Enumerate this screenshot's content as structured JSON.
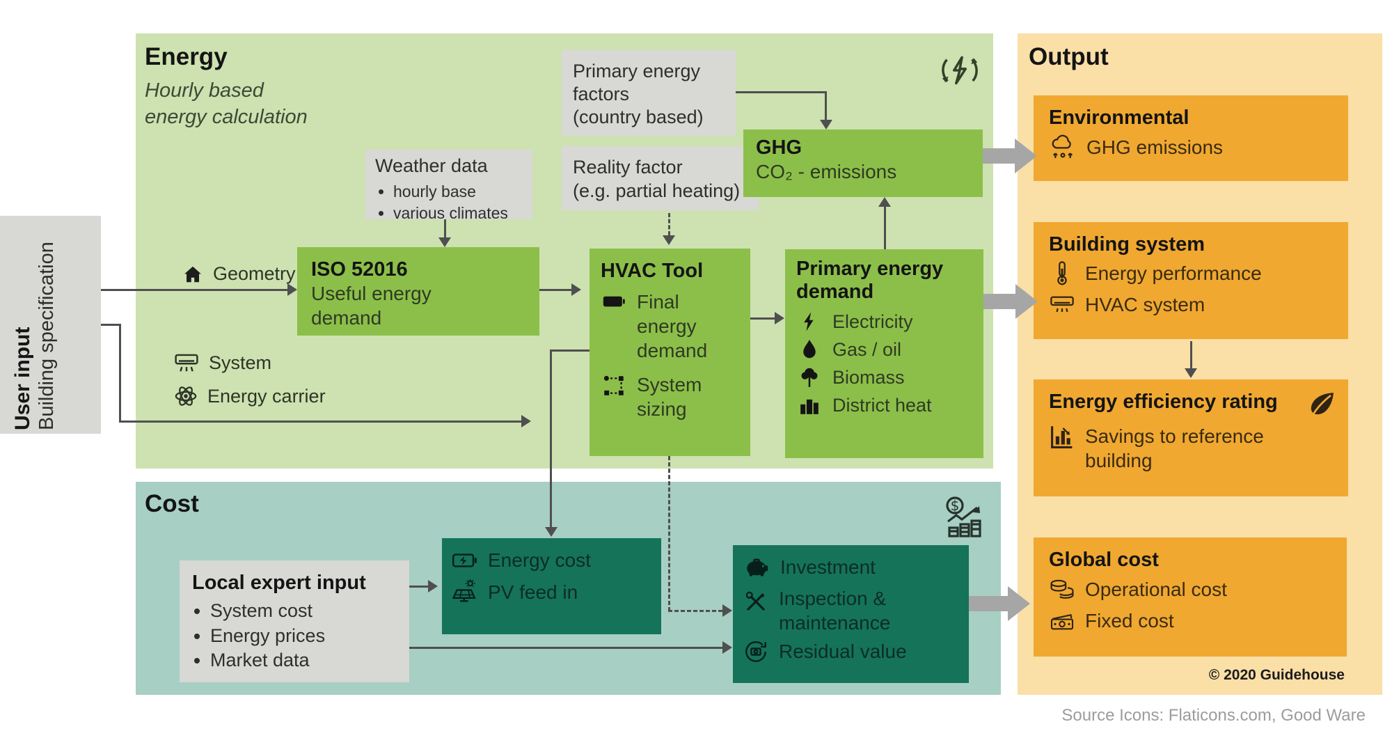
{
  "palette": {
    "energy_panel": "#cde2b0",
    "energy_box": "#8cbf4a",
    "cost_panel": "#a7cfc3",
    "cost_box": "#15735a",
    "output_panel": "#fadfa7",
    "output_box": "#f0a831",
    "neutral_box": "#d8d8d5",
    "thin_arrow": "#4f4f4f",
    "fat_arrow": "#a6a6a6"
  },
  "user_input": {
    "title": "User input",
    "subtitle": "Building specification"
  },
  "energy": {
    "title": "Energy",
    "subtitle": "Hourly based\nenergy calculation",
    "corner_icon": "energy-cycle-icon",
    "weather_box": {
      "title": "Weather data",
      "bullets": [
        "hourly base",
        "various climates"
      ]
    },
    "pef_box": {
      "text": "Primary energy\nfactors\n(country based)"
    },
    "reality_box": {
      "text": "Reality factor\n(e.g. partial heating)"
    },
    "iso_box": {
      "title": "ISO 52016",
      "text": "Useful energy\ndemand"
    },
    "hvac_box": {
      "title": "HVAC Tool",
      "items": [
        {
          "icon": "battery-icon",
          "label": "Final\nenergy\ndemand"
        },
        {
          "icon": "system-sizing-icon",
          "label": "System\nsizing"
        }
      ]
    },
    "ped_box": {
      "title": "Primary energy\ndemand",
      "items": [
        {
          "icon": "lightning-icon",
          "label": "Electricity"
        },
        {
          "icon": "drop-icon",
          "label": "Gas / oil"
        },
        {
          "icon": "tree-icon",
          "label": "Biomass"
        },
        {
          "icon": "district-heat-icon",
          "label": "District heat"
        }
      ]
    },
    "ghg_box": {
      "title": "GHG",
      "subtitle": "CO₂ - emissions"
    },
    "labels": {
      "geometry": "Geometry",
      "system": "System",
      "energy_carrier": "Energy carrier"
    }
  },
  "cost": {
    "title": "Cost",
    "corner_icon": "cost-growth-icon",
    "local_expert_box": {
      "title": "Local expert input",
      "bullets": [
        "System cost",
        "Energy prices",
        "Market data"
      ]
    },
    "energy_cost_box": {
      "items": [
        {
          "icon": "battery-charging-icon",
          "label": "Energy cost"
        },
        {
          "icon": "solar-panel-icon",
          "label": "PV feed in"
        }
      ]
    },
    "investment_box": {
      "items": [
        {
          "icon": "piggy-bank-icon",
          "label": "Investment"
        },
        {
          "icon": "tools-icon",
          "label": "Inspection &\nmaintenance"
        },
        {
          "icon": "residual-value-icon",
          "label": "Residual value"
        }
      ]
    }
  },
  "output": {
    "title": "Output",
    "environmental_box": {
      "title": "Environmental",
      "items": [
        {
          "icon": "co2-cloud-icon",
          "label": "GHG emissions"
        }
      ]
    },
    "building_system_box": {
      "title": "Building system",
      "items": [
        {
          "icon": "thermometer-icon",
          "label": "Energy performance"
        },
        {
          "icon": "air-conditioner-icon",
          "label": "HVAC system"
        }
      ]
    },
    "efficiency_box": {
      "title": "Energy efficiency rating",
      "title_icon": "leaf-icon",
      "items": [
        {
          "icon": "bar-chart-icon",
          "label": "Savings to reference\nbuilding"
        }
      ]
    },
    "global_cost_box": {
      "title": "Global cost",
      "items": [
        {
          "icon": "coins-icon",
          "label": "Operational cost"
        },
        {
          "icon": "banknote-icon",
          "label": "Fixed cost"
        }
      ]
    },
    "copyright": "© 2020 Guidehouse"
  },
  "footer": {
    "source_credit": "Source Icons: Flaticons.com, Good Ware"
  }
}
